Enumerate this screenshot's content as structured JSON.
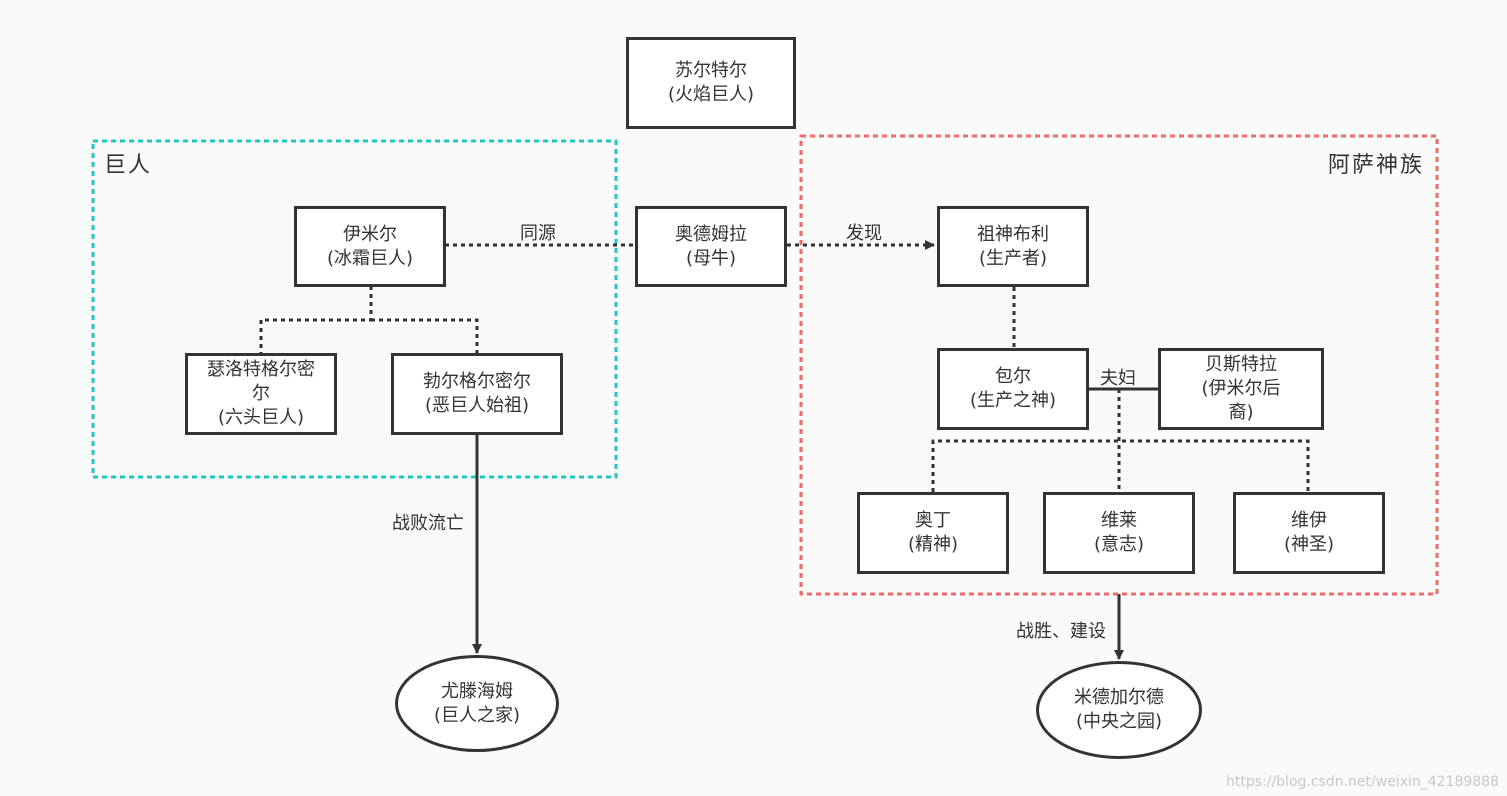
{
  "nodes": {
    "surtr": {
      "name": "苏尔特尔",
      "desc": "(火焰巨人)"
    },
    "ymir": {
      "name": "伊米尔",
      "desc": "(冰霜巨人)"
    },
    "audhumla": {
      "name": "奥德姆拉",
      "desc": "(母牛)"
    },
    "buri": {
      "name": "祖神布利",
      "desc": "(生产者)"
    },
    "thrud": {
      "name": "瑟洛特格尔密",
      "name2": "尔",
      "desc": "(六头巨人)"
    },
    "bergelmir": {
      "name": "勃尔格尔密尔",
      "desc": "(恶巨人始祖)"
    },
    "bor": {
      "name": "包尔",
      "desc": "(生产之神)"
    },
    "bestla": {
      "name": "贝斯特拉",
      "desc": "(伊米尔后",
      "desc2": "裔)"
    },
    "odin": {
      "name": "奥丁",
      "desc": "(精神)"
    },
    "vili": {
      "name": "维莱",
      "desc": "(意志)"
    },
    "ve": {
      "name": "维伊",
      "desc": "(神圣)"
    },
    "jotunheim": {
      "name": "尤滕海姆",
      "desc": "(巨人之家)"
    },
    "midgard": {
      "name": "米德加尔德",
      "desc": "(中央之园)"
    }
  },
  "groups": {
    "giants": {
      "label": "巨人",
      "color": "#1fc8c8"
    },
    "aesir": {
      "label": "阿萨神族",
      "color": "#f06a6a"
    }
  },
  "edge_labels": {
    "same_source": "同源",
    "discover": "发现",
    "couple": "夫妇",
    "defeated": "战败流亡",
    "victory": "战胜、建设"
  },
  "watermark": "https://blog.csdn.net/weixin_42189888"
}
